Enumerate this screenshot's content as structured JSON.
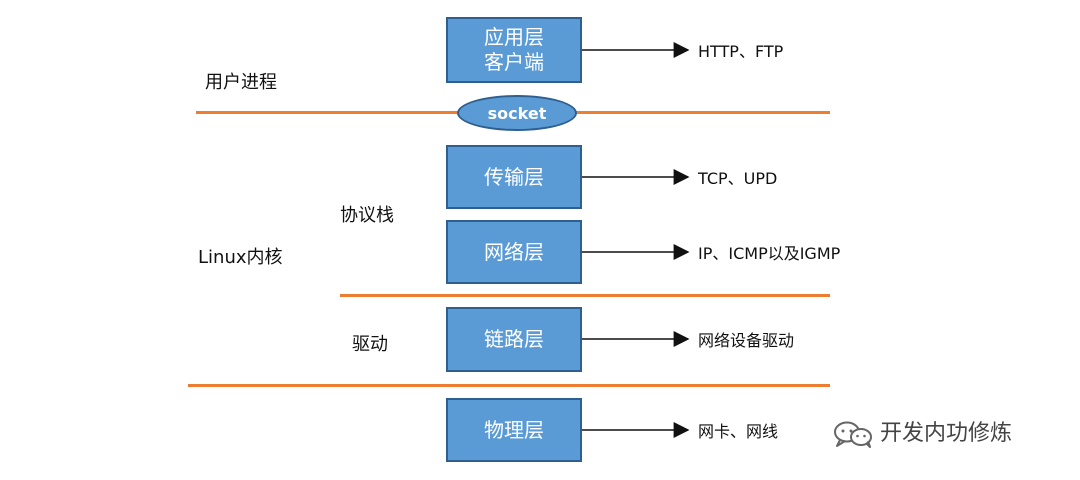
{
  "diagram": {
    "side_labels": {
      "user_process": "用户进程",
      "protocol_stack": "协议栈",
      "linux_kernel": "Linux内核",
      "driver": "驱动"
    },
    "socket": "socket",
    "layers": {
      "application": {
        "line1": "应用层",
        "line2": "客户端",
        "protocols": "HTTP、FTP"
      },
      "transport": {
        "label": "传输层",
        "protocols": "TCP、UPD"
      },
      "network": {
        "label": "网络层",
        "protocols": "IP、ICMP以及IGMP"
      },
      "link": {
        "label": "链路层",
        "protocols": "网络设备驱动"
      },
      "physical": {
        "label": "物理层",
        "protocols": "网卡、网线"
      }
    },
    "watermark": "开发内功修炼",
    "colors": {
      "box_fill": "#5b9bd5",
      "box_border": "#2f5f8f",
      "divider": "#ed7d31",
      "text": "#111111"
    }
  }
}
